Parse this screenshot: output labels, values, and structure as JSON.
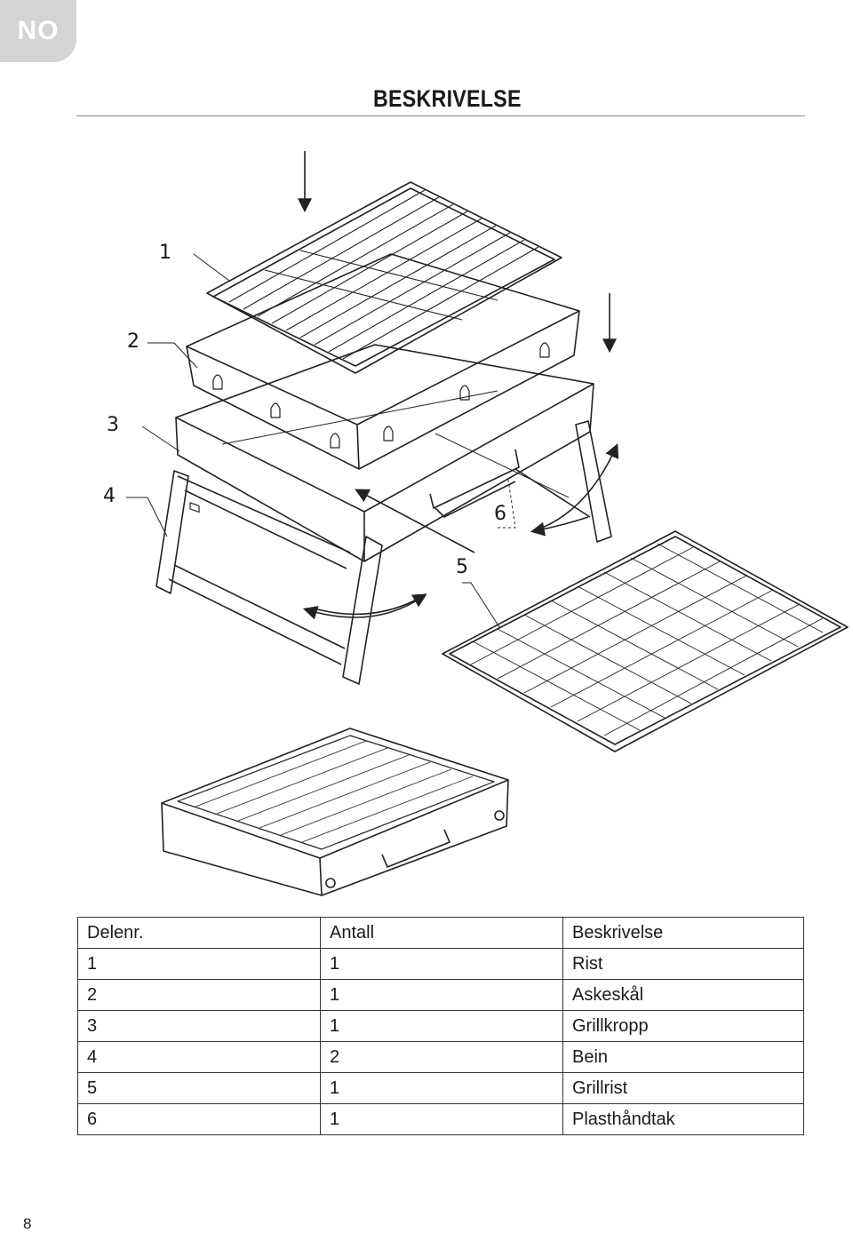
{
  "language_tab": "NO",
  "title": "BESKRIVELSE",
  "callouts": [
    "1",
    "2",
    "3",
    "4",
    "5",
    "6"
  ],
  "table": {
    "headers": [
      "Delenr.",
      "Antall",
      "Beskrivelse"
    ],
    "rows": [
      [
        "1",
        "1",
        "Rist"
      ],
      [
        "2",
        "1",
        "Askeskål"
      ],
      [
        "3",
        "1",
        "Grillkropp"
      ],
      [
        "4",
        "2",
        "Bein"
      ],
      [
        "5",
        "1",
        "Grillrist"
      ],
      [
        "6",
        "1",
        "Plasthåndtak"
      ]
    ]
  },
  "page_number": "8"
}
